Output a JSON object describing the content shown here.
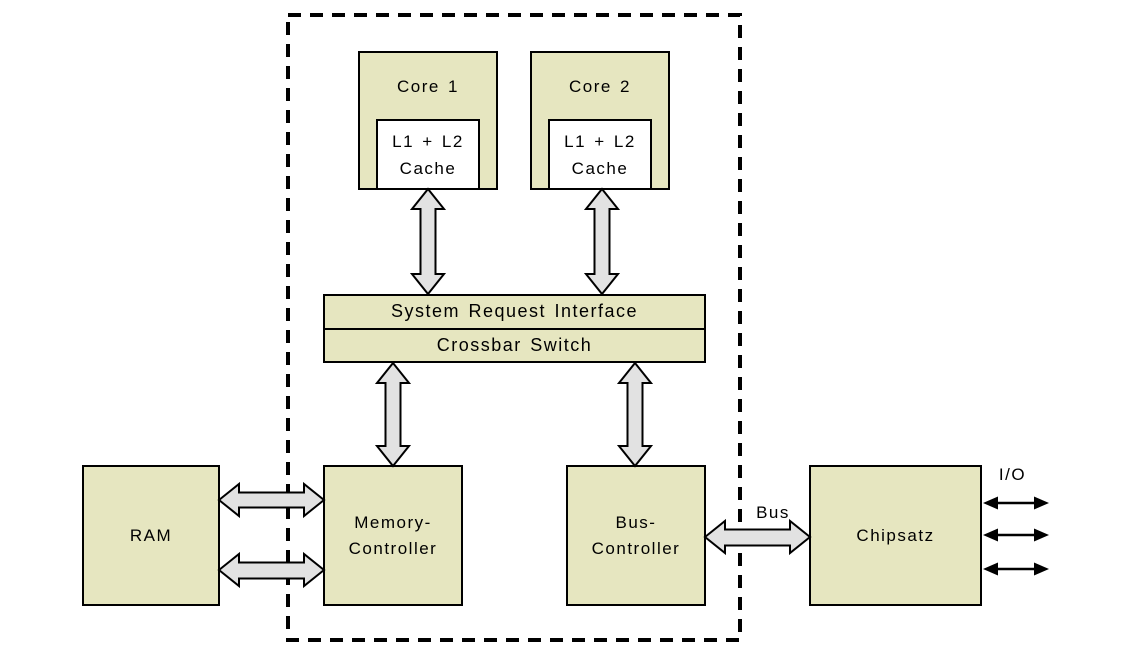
{
  "colors": {
    "box_fill": "#e6e6c0",
    "cache_fill": "#ffffff",
    "arrow_fill": "#e2e2e2",
    "outline": "#000000",
    "canvas": "#ffffff"
  },
  "boxes": {
    "core1": {
      "title": "Core 1",
      "cache_line1": "L1 + L2",
      "cache_line2": "Cache"
    },
    "core2": {
      "title": "Core 2",
      "cache_line1": "L1 + L2",
      "cache_line2": "Cache"
    },
    "system_request_interface": {
      "label": "System Request Interface"
    },
    "crossbar_switch": {
      "label": "Crossbar Switch"
    },
    "ram": {
      "label": "RAM"
    },
    "memory_controller": {
      "line1": "Memory-",
      "line2": "Controller"
    },
    "bus_controller": {
      "line1": "Bus-",
      "line2": "Controller"
    },
    "chipset": {
      "label": "Chipsatz"
    }
  },
  "labels": {
    "bus": "Bus",
    "io": "I/O"
  }
}
